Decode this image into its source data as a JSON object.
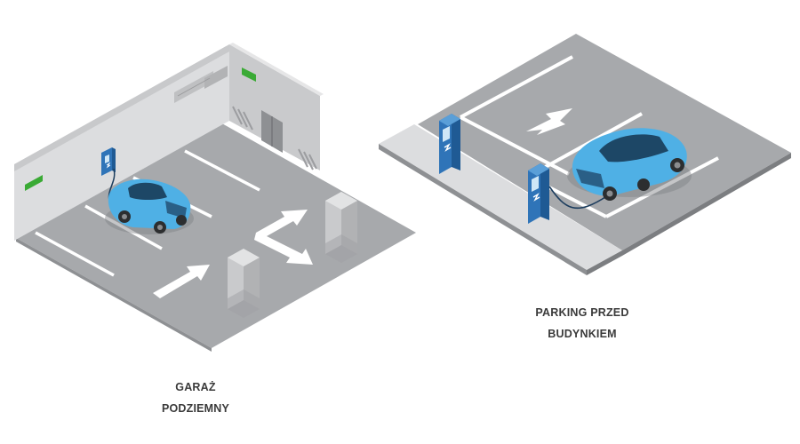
{
  "underground": {
    "caption_line1": "GARAŻ",
    "caption_line2": "PODZIEMNY"
  },
  "outdoor": {
    "caption_line1": "PARKING PRZED",
    "caption_line2": "BUDYNKIEM"
  },
  "colors": {
    "floor": "#a7a9ac",
    "wall": "#dcdddf",
    "car": "#4fb0e5",
    "charger": "#2f74b8",
    "exit_sign": "#3aaa35"
  }
}
